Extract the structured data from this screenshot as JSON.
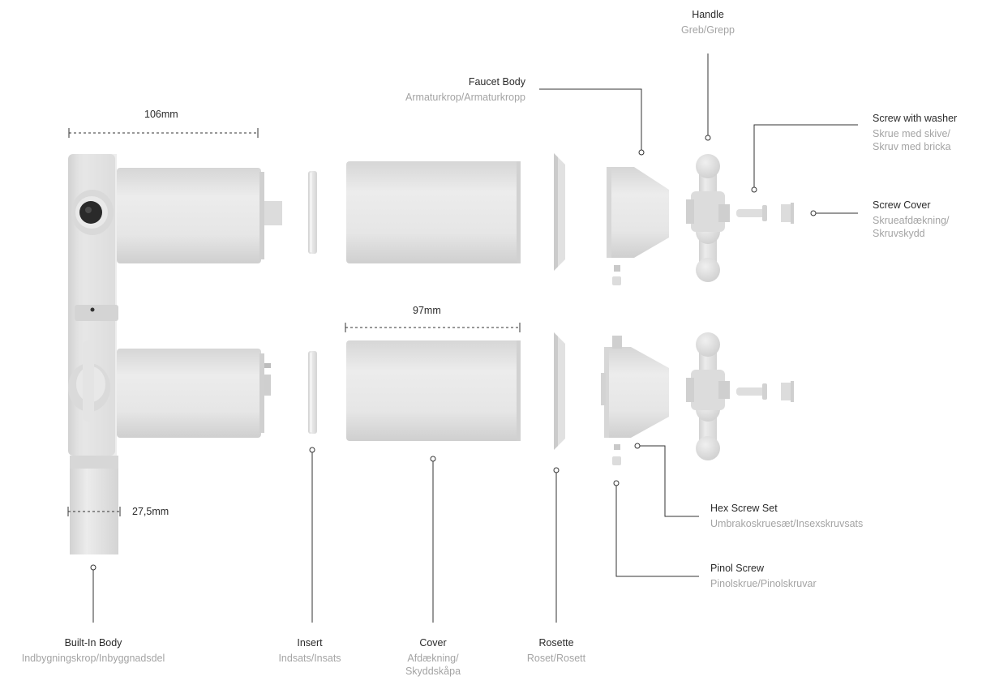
{
  "dimensions": {
    "top_width": "106mm",
    "cover_width": "97mm",
    "pipe_width": "27,5mm"
  },
  "parts": {
    "handle": {
      "name": "Handle",
      "translation": "Greb/Grepp"
    },
    "faucet_body": {
      "name": "Faucet Body",
      "translation": "Armaturkrop/Armaturkropp"
    },
    "screw_washer": {
      "name": "Screw with washer",
      "translation_1": "Skrue med skive/",
      "translation_2": "Skruv med bricka"
    },
    "screw_cover": {
      "name": "Screw Cover",
      "translation_1": "Skrueafdækning/",
      "translation_2": "Skruvskydd"
    },
    "hex_screw_set": {
      "name": "Hex Screw Set",
      "translation": "Umbrakoskruesæt/Insexskruvsats"
    },
    "pinol_screw": {
      "name": "Pinol Screw",
      "translation": "Pinolskrue/Pinolskruvar"
    },
    "built_in_body": {
      "name": "Built-In Body",
      "translation": "Indbygningskrop/Inbyggnadsdel"
    },
    "insert": {
      "name": "Insert",
      "translation": "Indsats/Insats"
    },
    "cover": {
      "name": "Cover",
      "translation_1": "Afdækning/",
      "translation_2": "Skyddskåpa"
    },
    "rosette": {
      "name": "Rosette",
      "translation": "Roset/Rosett"
    }
  },
  "colors": {
    "part_fill": "#e7e7e7",
    "part_shade": "#d3d3d3",
    "leader_line": "#333333",
    "name_text": "#2b2b2b",
    "translation_text": "#a4a4a4"
  }
}
